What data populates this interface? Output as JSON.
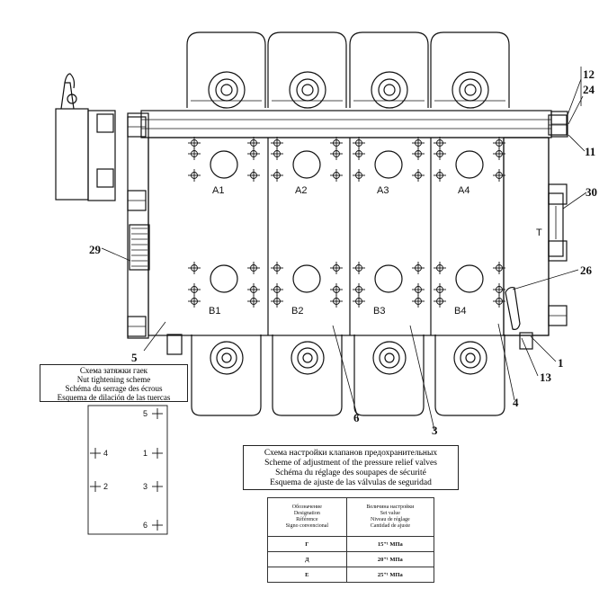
{
  "port_labels": {
    "a": [
      "A1",
      "A2",
      "A3",
      "A4"
    ],
    "b": [
      "B1",
      "B2",
      "B3",
      "B4"
    ],
    "tank": "T"
  },
  "callouts": {
    "c12": "12",
    "c24": "24",
    "c11": "11",
    "c30": "30",
    "c29": "29",
    "c26": "26",
    "c5": "5",
    "c1": "1",
    "c13": "13",
    "c4": "4",
    "c6": "6",
    "c3": "3"
  },
  "nut_scheme": {
    "title_ru": "Схема затяжки гаек",
    "title_en": "Nut tightening scheme",
    "title_fr": "Schéma du serrage des écrous",
    "title_es": "Esquema de dilación de las tuercas",
    "numbers": [
      "5",
      "4",
      "1",
      "2",
      "3",
      "6"
    ]
  },
  "relief_scheme": {
    "title_ru": "Схема настройки клапанов предохранительных",
    "title_en": "Scheme of adjustment of the pressure relief valves",
    "title_fr": "Schéma du réglage des soupapes de sécurité",
    "title_es": "Esquema de ajuste de las válvulas de seguridad"
  },
  "settings_table": {
    "col1_header": [
      "Обозначение",
      "Designation",
      "Référence",
      "Signo convencional"
    ],
    "col2_header": [
      "Величина настройки",
      "Set value",
      "Niveau de réglage",
      "Cantidad de ajuste"
    ],
    "rows": [
      {
        "designation": "Г",
        "value": "15⁺¹ МПа"
      },
      {
        "designation": "Д",
        "value": "20⁺¹ МПа"
      },
      {
        "designation": "Е",
        "value": "25⁺¹ МПа"
      }
    ]
  }
}
